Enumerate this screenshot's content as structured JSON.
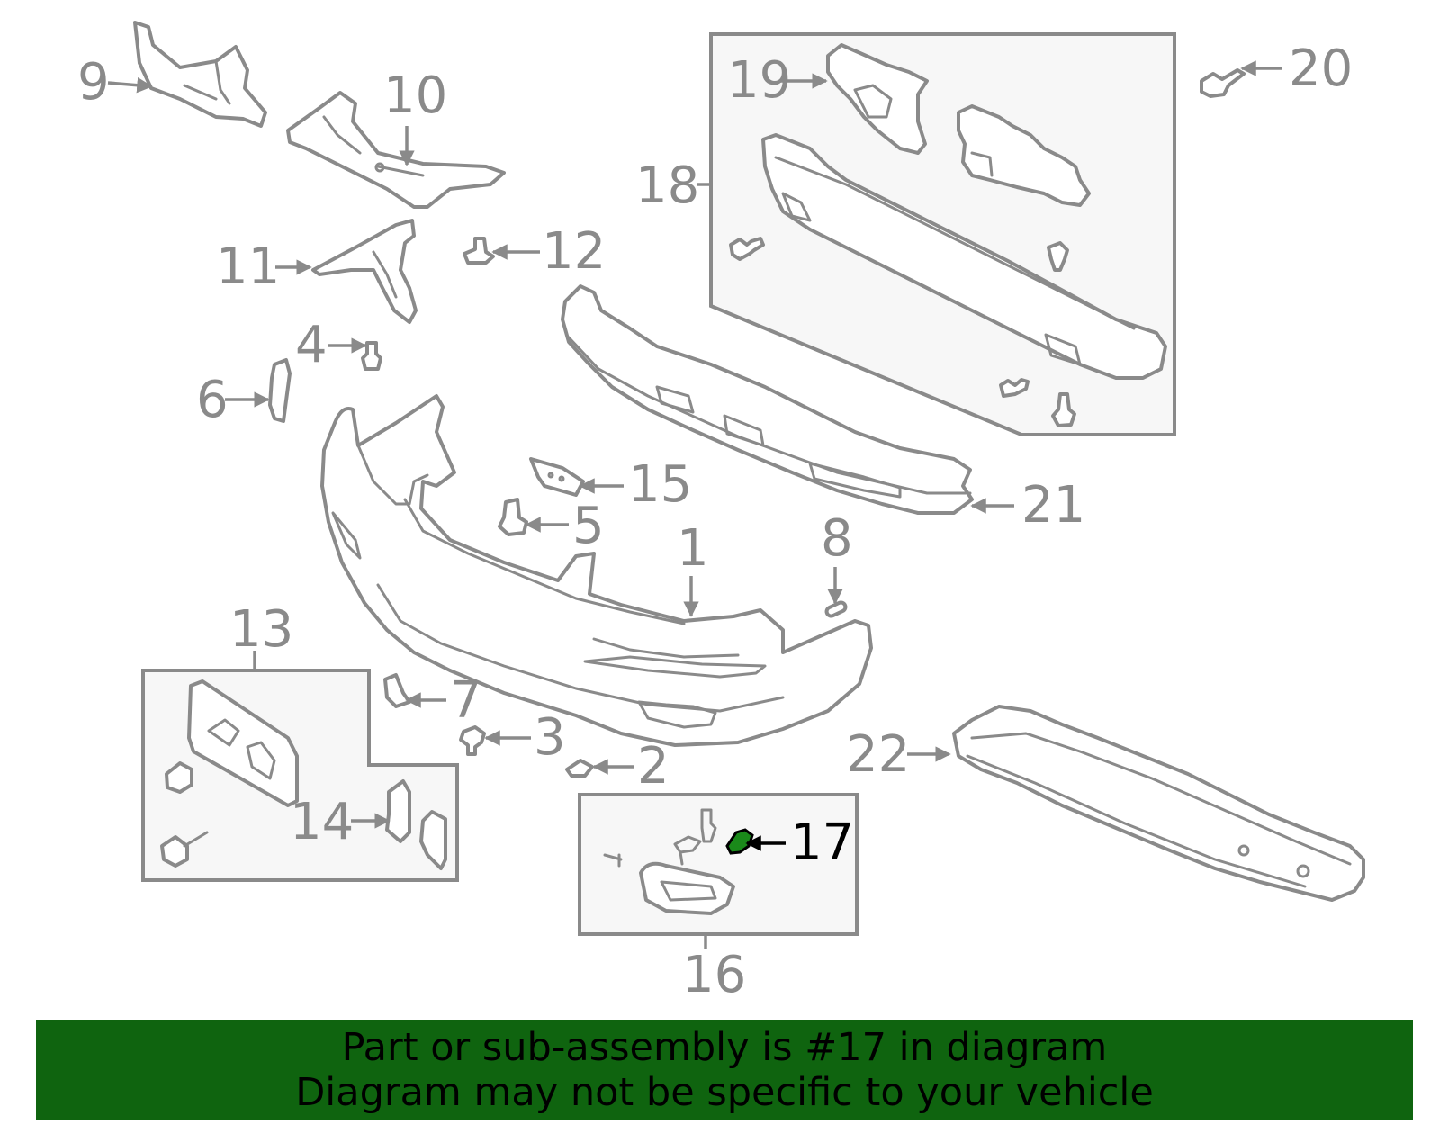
{
  "diagram": {
    "callouts": {
      "c1": "1",
      "c2": "2",
      "c3": "3",
      "c4": "4",
      "c5": "5",
      "c6": "6",
      "c7": "7",
      "c8": "8",
      "c9": "9",
      "c10": "10",
      "c11": "11",
      "c12": "12",
      "c13": "13",
      "c14": "14",
      "c15": "15",
      "c16": "16",
      "c17": "17",
      "c18": "18",
      "c19": "19",
      "c20": "20",
      "c21": "21",
      "c22": "22"
    },
    "highlighted_part": "17",
    "colors": {
      "line": "#8a8a8a",
      "highlight_part": "#1a8a1a",
      "highlight_text": "#000000",
      "banner": "#0f640f"
    }
  },
  "banner": {
    "line1": "Part or sub-assembly is #17 in diagram",
    "line2": "Diagram may not be specific to your vehicle"
  }
}
